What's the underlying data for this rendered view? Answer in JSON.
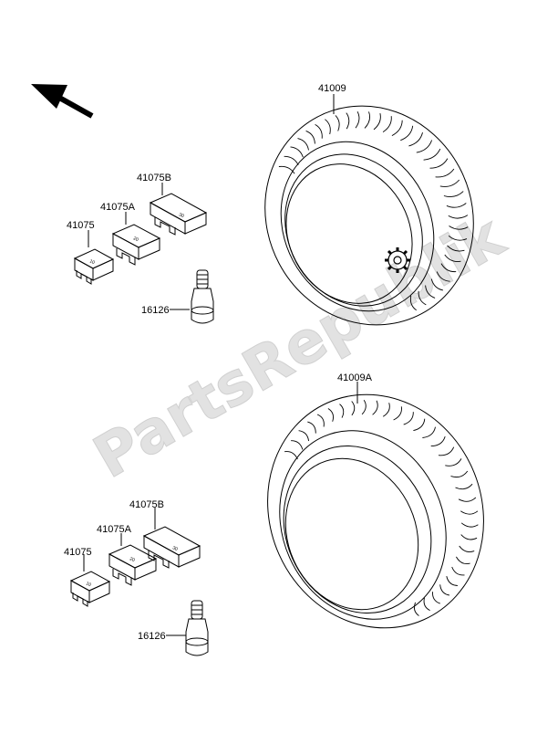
{
  "watermark": "PartsRepublik",
  "labels": {
    "upper": {
      "tire": "41009",
      "weight_b": "41075B",
      "weight_a": "41075A",
      "weight": "41075",
      "valve": "16126"
    },
    "lower": {
      "tire": "41009A",
      "weight_b": "41075B",
      "weight_a": "41075A",
      "weight": "41075",
      "valve": "16126"
    }
  },
  "weight_marks": {
    "weight": "10",
    "weight_a": "20",
    "weight_b": "30"
  },
  "icons": {
    "direction": "front-arrow-icon",
    "gear": "gear-icon"
  }
}
